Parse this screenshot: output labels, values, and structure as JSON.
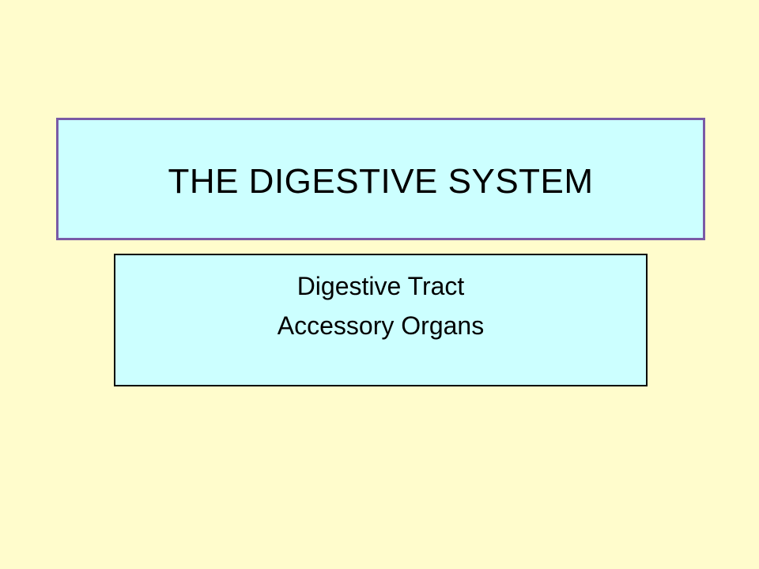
{
  "slide": {
    "title": "THE DIGESTIVE SYSTEM",
    "subtitle_lines": [
      "Digestive Tract",
      "Accessory Organs"
    ]
  },
  "colors": {
    "background": "#fffccc",
    "box_fill": "#ccffff",
    "title_border": "#7a5aa6",
    "subtitle_border": "#000000"
  }
}
